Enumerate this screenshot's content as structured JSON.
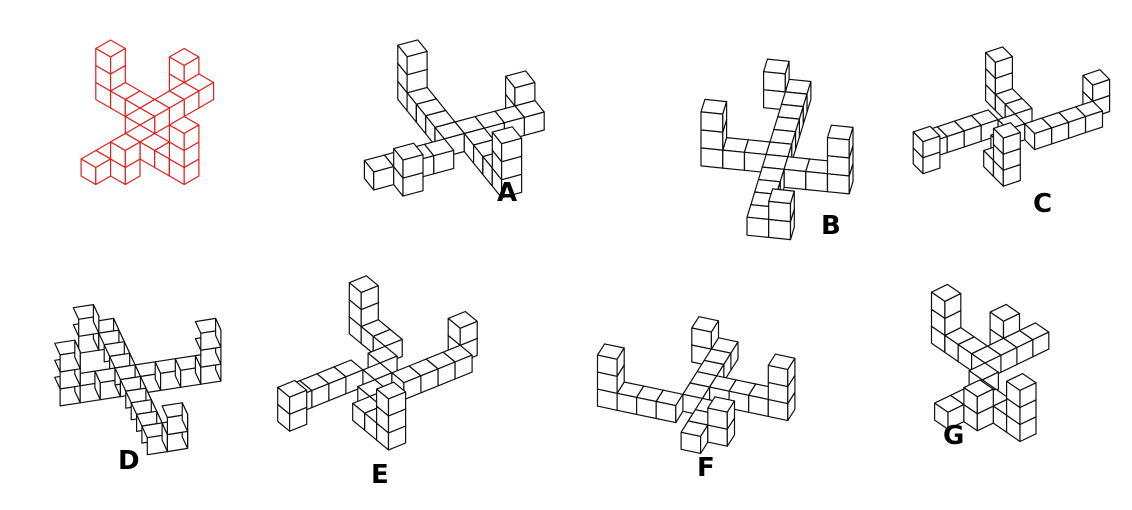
{
  "colors": {
    "reference": "#e0201e",
    "candidates": "#111111",
    "background": "#ffffff"
  },
  "figures": [
    {
      "id": "reference",
      "label": ""
    },
    {
      "id": "A",
      "label": "A"
    },
    {
      "id": "B",
      "label": "B"
    },
    {
      "id": "C",
      "label": "C"
    },
    {
      "id": "D",
      "label": "D"
    },
    {
      "id": "E",
      "label": "E"
    },
    {
      "id": "F",
      "label": "F"
    },
    {
      "id": "G",
      "label": "G"
    }
  ]
}
